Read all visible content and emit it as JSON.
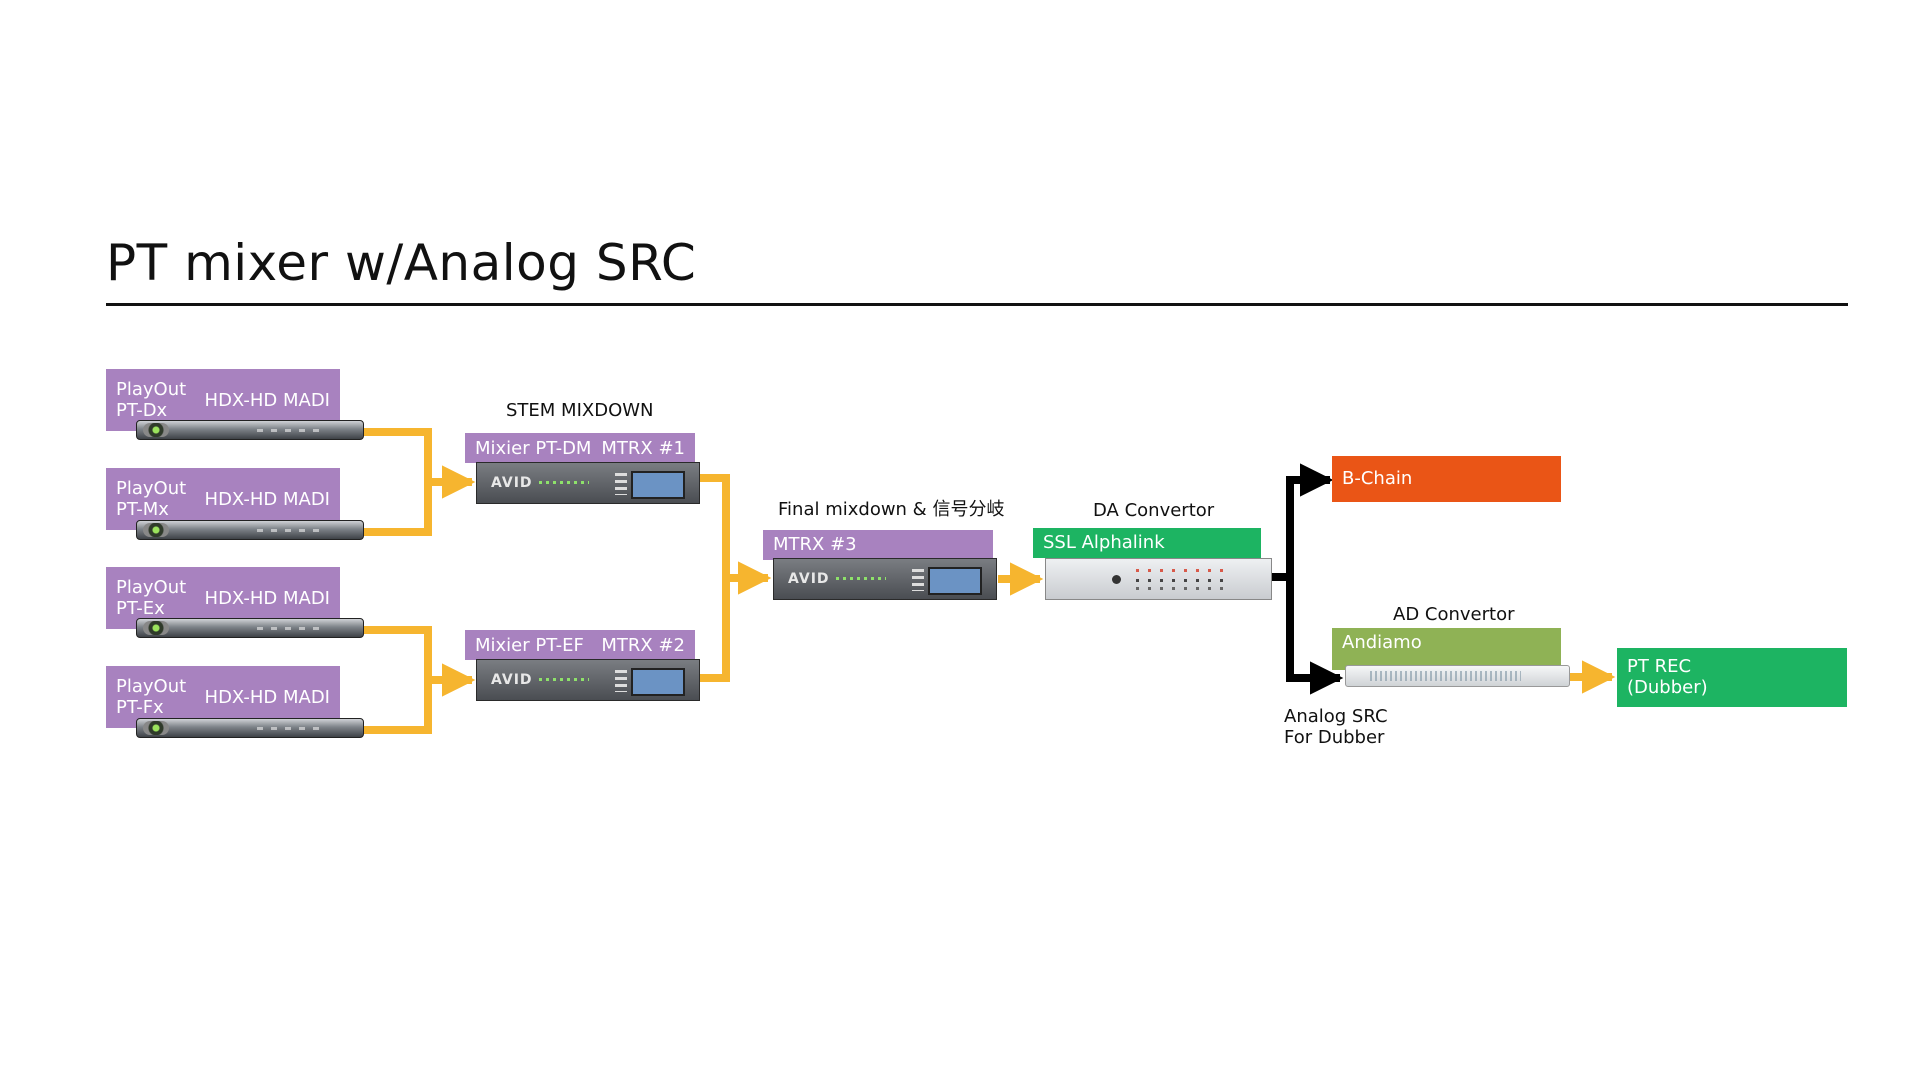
{
  "title": "PT mixer w/Analog SRC",
  "colors": {
    "purple": "#a882bf",
    "green": "#1db462",
    "olive": "#8fb255",
    "orange": "#ea5516",
    "signal_path": "#f6b52f",
    "analog_path": "#000000"
  },
  "playouts": [
    {
      "line1": "PlayOut",
      "line2": "PT-Dx",
      "device": "HDX-HD MADI"
    },
    {
      "line1": "PlayOut",
      "line2": "PT-Mx",
      "device": "HDX-HD MADI"
    },
    {
      "line1": "PlayOut",
      "line2": "PT-Ex",
      "device": "HDX-HD MADI"
    },
    {
      "line1": "PlayOut",
      "line2": "PT-Fx",
      "device": "HDX-HD MADI"
    }
  ],
  "stem_mixdown": {
    "caption": "STEM MIXDOWN",
    "mixers": [
      {
        "name": "Mixier PT-DM",
        "unit": "MTRX #1"
      },
      {
        "name": "Mixier PT-EF",
        "unit": "MTRX #2"
      }
    ]
  },
  "final": {
    "caption": "Final mixdown & 信号分岐",
    "unit": "MTRX #3"
  },
  "da": {
    "caption": "DA Convertor",
    "unit": "SSL Alphalink"
  },
  "bchain": {
    "label": "B-Chain"
  },
  "ad": {
    "caption": "AD Convertor",
    "unit": "Andiamo"
  },
  "analog_src": {
    "line1": "Analog SRC",
    "line2": "For Dubber"
  },
  "pt_rec": {
    "line1": "PT REC",
    "line2": "(Dubber)"
  },
  "icons": {
    "hdx": "hdx-madi-unit-icon",
    "mtrx": "avid-mtrx-unit-icon",
    "ssl": "ssl-alphalink-unit-icon",
    "andiamo": "andiamo-unit-icon"
  }
}
